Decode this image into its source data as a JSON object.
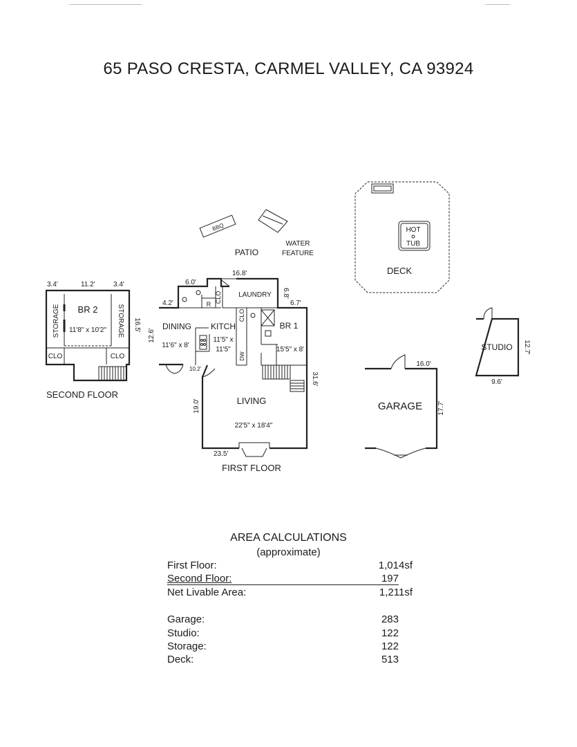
{
  "title": "65 PASO CRESTA, CARMEL VALLEY, CA  93924",
  "floors": {
    "second_floor": "SECOND FLOOR",
    "first_floor": "FIRST FLOOR"
  },
  "rooms": {
    "br2": {
      "name": "BR 2",
      "size": "11'8\" x 10'2\""
    },
    "storage": "STORAGE",
    "clo": "CLO",
    "dining": {
      "name": "DINING",
      "size": "11'6\" x 8'"
    },
    "kitchen": {
      "name": "KITCH",
      "size_a": "11'5\" x",
      "size_b": "11'5\""
    },
    "laundry": "LAUNDRY",
    "br1": {
      "name": "BR 1",
      "size": "15'5\" x 8'"
    },
    "living": {
      "name": "LIVING",
      "size": "22'5\" x 18'4\""
    },
    "patio": "PATIO",
    "water_feature_a": "WATER",
    "water_feature_b": "FEATURE",
    "bbq": "BBQ",
    "deck": "DECK",
    "hot_tub_a": "HOT",
    "hot_tub_b": "TUB",
    "studio": "STUDIO",
    "garage": "GARAGE",
    "r": "R",
    "dw": "DW"
  },
  "dimensions": {
    "sf_left": "3.4'",
    "sf_mid": "11.2'",
    "sf_right": "3.4'",
    "sf_side": "16.5'",
    "ff_top_a": "6.0'",
    "ff_top_b": "16.8'",
    "ff_left_a": "4.2'",
    "ff_right_a": "6.8'",
    "ff_right_b": "6.7'",
    "ff_left_b": "12.6'",
    "ff_inner": "10.2'",
    "ff_left_c": "19.0'",
    "ff_right_c": "31.6'",
    "ff_bottom": "23.5'",
    "garage_top": "16.0'",
    "garage_side": "17.7'",
    "studio_side": "12.7'",
    "studio_bottom": "9.6'"
  },
  "area_calculations": {
    "heading": "AREA CALCULATIONS",
    "subheading": "(approximate)",
    "rows": [
      {
        "label": "First  Floor:",
        "value": "1,014sf"
      },
      {
        "label": "Second Floor:",
        "value": "197"
      },
      {
        "label": "Net Livable Area:",
        "value": "1,211sf"
      },
      {
        "label": "Garage:",
        "value": "283"
      },
      {
        "label": "Studio:",
        "value": "122"
      },
      {
        "label": "Storage:",
        "value": "122"
      },
      {
        "label": "Deck:",
        "value": "513"
      }
    ]
  }
}
